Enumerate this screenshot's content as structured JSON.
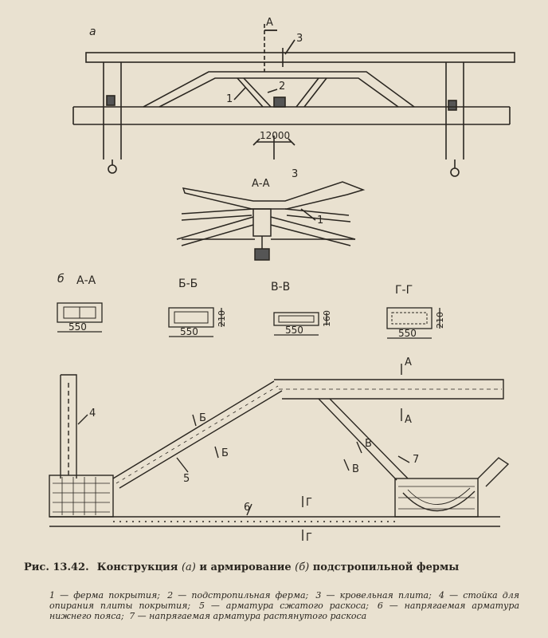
{
  "figure": {
    "number": "Рис. 13.42.",
    "title_before": "Конструкция",
    "title_a": "(а)",
    "title_mid": "и армирование",
    "title_b": "(б)",
    "title_after": "подстропильной фермы"
  },
  "legend": {
    "item1": "1 — ферма покрытия;",
    "item2": "2 — подстропильная ферма;",
    "item3": "3 — кровельная плита;",
    "item4": "4 — стойка для опирания плиты покрытия;",
    "item5": "5 — арматура сжатого раскоса;",
    "item6": "6 — напрягаемая арматура нижнего пояса;",
    "item7": "7 — напрягаемая арматура растянутого раскоса"
  },
  "drawing_a": {
    "panel_label": "а",
    "section_mark": "А",
    "callout_1": "1",
    "callout_2": "2",
    "callout_3": "3",
    "span_dim": "12000",
    "section_title": "А-А",
    "section_callout_1": "1",
    "section_callout_3": "3"
  },
  "drawing_b": {
    "panel_label": "б",
    "sections": {
      "aa": {
        "title": "А-А",
        "width": "550",
        "height": ""
      },
      "bb": {
        "title": "Б-Б",
        "width": "550",
        "height": "210"
      },
      "vv": {
        "title": "В-В",
        "width": "550",
        "height": "160"
      },
      "gg": {
        "title": "Г-Г",
        "width": "550",
        "height": "210"
      }
    },
    "cut_a": "А",
    "cut_b": "Б",
    "cut_v": "В",
    "cut_g": "Г",
    "callout_4": "4",
    "callout_5": "5",
    "callout_6": "6",
    "callout_7": "7"
  }
}
